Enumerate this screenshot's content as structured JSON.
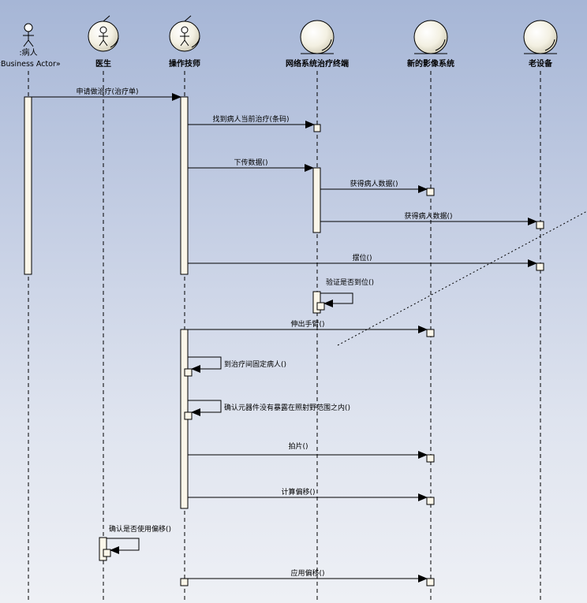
{
  "participants": [
    {
      "id": "patient",
      "kind": "actor",
      "label": ":病人",
      "stereotype": "«Business Actor»"
    },
    {
      "id": "doctor",
      "kind": "worker",
      "label": "医生"
    },
    {
      "id": "technician",
      "kind": "worker",
      "label": "操作技师"
    },
    {
      "id": "terminal",
      "kind": "entity",
      "label": "网络系统治疗终端"
    },
    {
      "id": "imaging",
      "kind": "entity",
      "label": "新的影像系统"
    },
    {
      "id": "old",
      "kind": "entity",
      "label": "老设备"
    }
  ],
  "messages": [
    {
      "from": "patient",
      "to": "technician",
      "label": "申请做治疗(治疗单)"
    },
    {
      "from": "technician",
      "to": "terminal",
      "label": "找到病人当前治疗(条码)"
    },
    {
      "from": "technician",
      "to": "terminal",
      "label": "下传数据()"
    },
    {
      "from": "terminal",
      "to": "imaging",
      "label": "获得病人数据()"
    },
    {
      "from": "terminal",
      "to": "old",
      "label": "获得病人数据()"
    },
    {
      "from": "technician",
      "to": "old",
      "label": "摆位()"
    },
    {
      "from": "terminal",
      "to": "terminal",
      "label": "验证是否到位()"
    },
    {
      "from": "technician",
      "to": "imaging",
      "label": "伸出手臂()"
    },
    {
      "from": "technician",
      "to": "technician",
      "label": "到治疗间固定病人()"
    },
    {
      "from": "technician",
      "to": "technician",
      "label": "确认元器件没有暴露在照射野范围之内()"
    },
    {
      "from": "technician",
      "to": "imaging",
      "label": "拍片()"
    },
    {
      "from": "technician",
      "to": "imaging",
      "label": "计算偏移()"
    },
    {
      "from": "doctor",
      "to": "doctor",
      "label": "确认是否使用偏移()"
    },
    {
      "from": "technician",
      "to": "imaging",
      "label": "应用偏移()"
    }
  ]
}
